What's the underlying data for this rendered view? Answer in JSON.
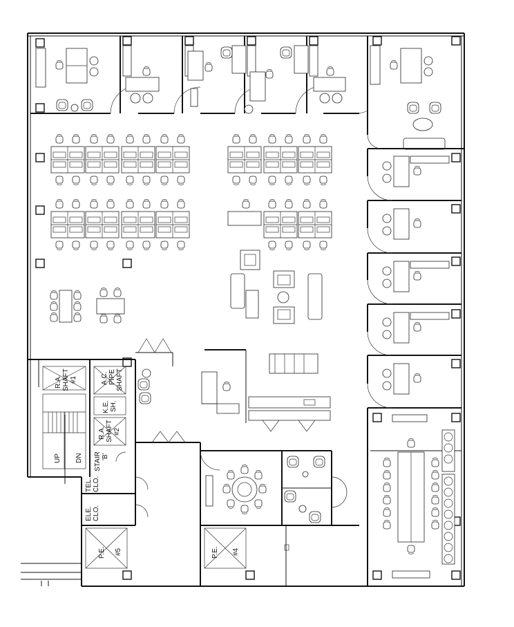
{
  "labels": {
    "ra_shaft_1": [
      "R.A.",
      "SHAFT",
      "#1"
    ],
    "ac_pipe_shaft": [
      "A.C.",
      "PIPE",
      "SHAFT"
    ],
    "ke_sh": [
      "K.E.",
      "SH."
    ],
    "ra_shaft_2": [
      "R.A.",
      "SHAFT",
      "#2"
    ],
    "up": "UP",
    "dn": "DN",
    "stair_b": [
      "STAIR",
      "'B'"
    ],
    "tel_clo": [
      "TEL.",
      "CLO."
    ],
    "ele_clo": [
      "ELE.",
      "CLO."
    ],
    "pe_5": [
      "P.E.",
      "#5"
    ],
    "pe_4": [
      "P.E.",
      "#4"
    ]
  }
}
